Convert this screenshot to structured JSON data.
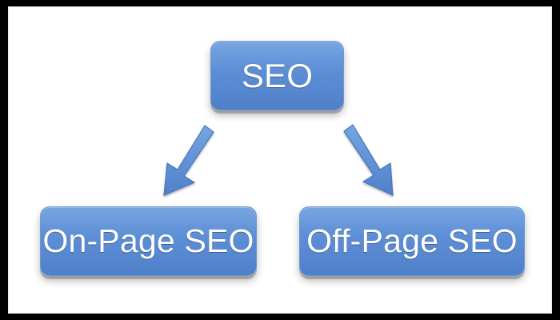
{
  "diagram": {
    "nodes": [
      {
        "id": "seo",
        "label": "SEO"
      },
      {
        "id": "on-page-seo",
        "label": "On-Page SEO"
      },
      {
        "id": "off-page-seo",
        "label": "Off-Page SEO"
      }
    ],
    "edges": [
      {
        "from": "seo",
        "to": "on-page-seo"
      },
      {
        "from": "seo",
        "to": "off-page-seo"
      }
    ],
    "colors": {
      "box_fill": "#5b8fd8",
      "box_fill_light": "#79a7e2",
      "box_border": "#6e98cf",
      "text": "#ffffff",
      "arrow_fill": "#5f92d6",
      "arrow_border": "#4a77b8",
      "background": "#ffffff",
      "frame": "#000000"
    }
  }
}
